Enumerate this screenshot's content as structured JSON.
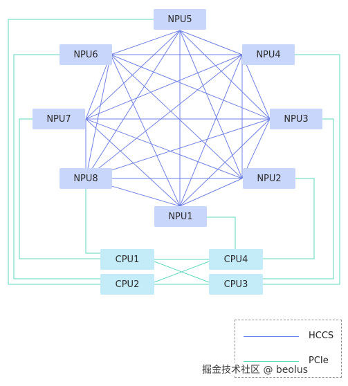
{
  "colors": {
    "hccs": "#6f80e6",
    "pcie": "#5ad7bc",
    "npu_fill": "#c9d6fb",
    "cpu_fill": "#c4ecf8"
  },
  "npus": [
    {
      "id": "NPU5",
      "label": "NPU5"
    },
    {
      "id": "NPU4",
      "label": "NPU4"
    },
    {
      "id": "NPU3",
      "label": "NPU3"
    },
    {
      "id": "NPU2",
      "label": "NPU2"
    },
    {
      "id": "NPU1",
      "label": "NPU1"
    },
    {
      "id": "NPU8",
      "label": "NPU8"
    },
    {
      "id": "NPU7",
      "label": "NPU7"
    },
    {
      "id": "NPU6",
      "label": "NPU6"
    }
  ],
  "cpus": [
    {
      "id": "CPU1",
      "label": "CPU1"
    },
    {
      "id": "CPU4",
      "label": "CPU4"
    },
    {
      "id": "CPU2",
      "label": "CPU2"
    },
    {
      "id": "CPU3",
      "label": "CPU3"
    }
  ],
  "hccs_links": "full-mesh among NPU1-NPU8",
  "pcie_links": [
    [
      "NPU1",
      "CPU4"
    ],
    [
      "NPU2",
      "CPU4"
    ],
    [
      "NPU3",
      "CPU3"
    ],
    [
      "NPU4",
      "CPU3"
    ],
    [
      "NPU5",
      "CPU2"
    ],
    [
      "NPU6",
      "CPU2"
    ],
    [
      "NPU7",
      "CPU1"
    ],
    [
      "NPU8",
      "CPU1"
    ],
    [
      "CPU1",
      "CPU4"
    ],
    [
      "CPU1",
      "CPU3"
    ],
    [
      "CPU2",
      "CPU4"
    ],
    [
      "CPU2",
      "CPU3"
    ]
  ],
  "legend": {
    "hccs": "HCCS",
    "pcie": "PCIe"
  },
  "watermark": "掘金技术社区 @ beolus"
}
